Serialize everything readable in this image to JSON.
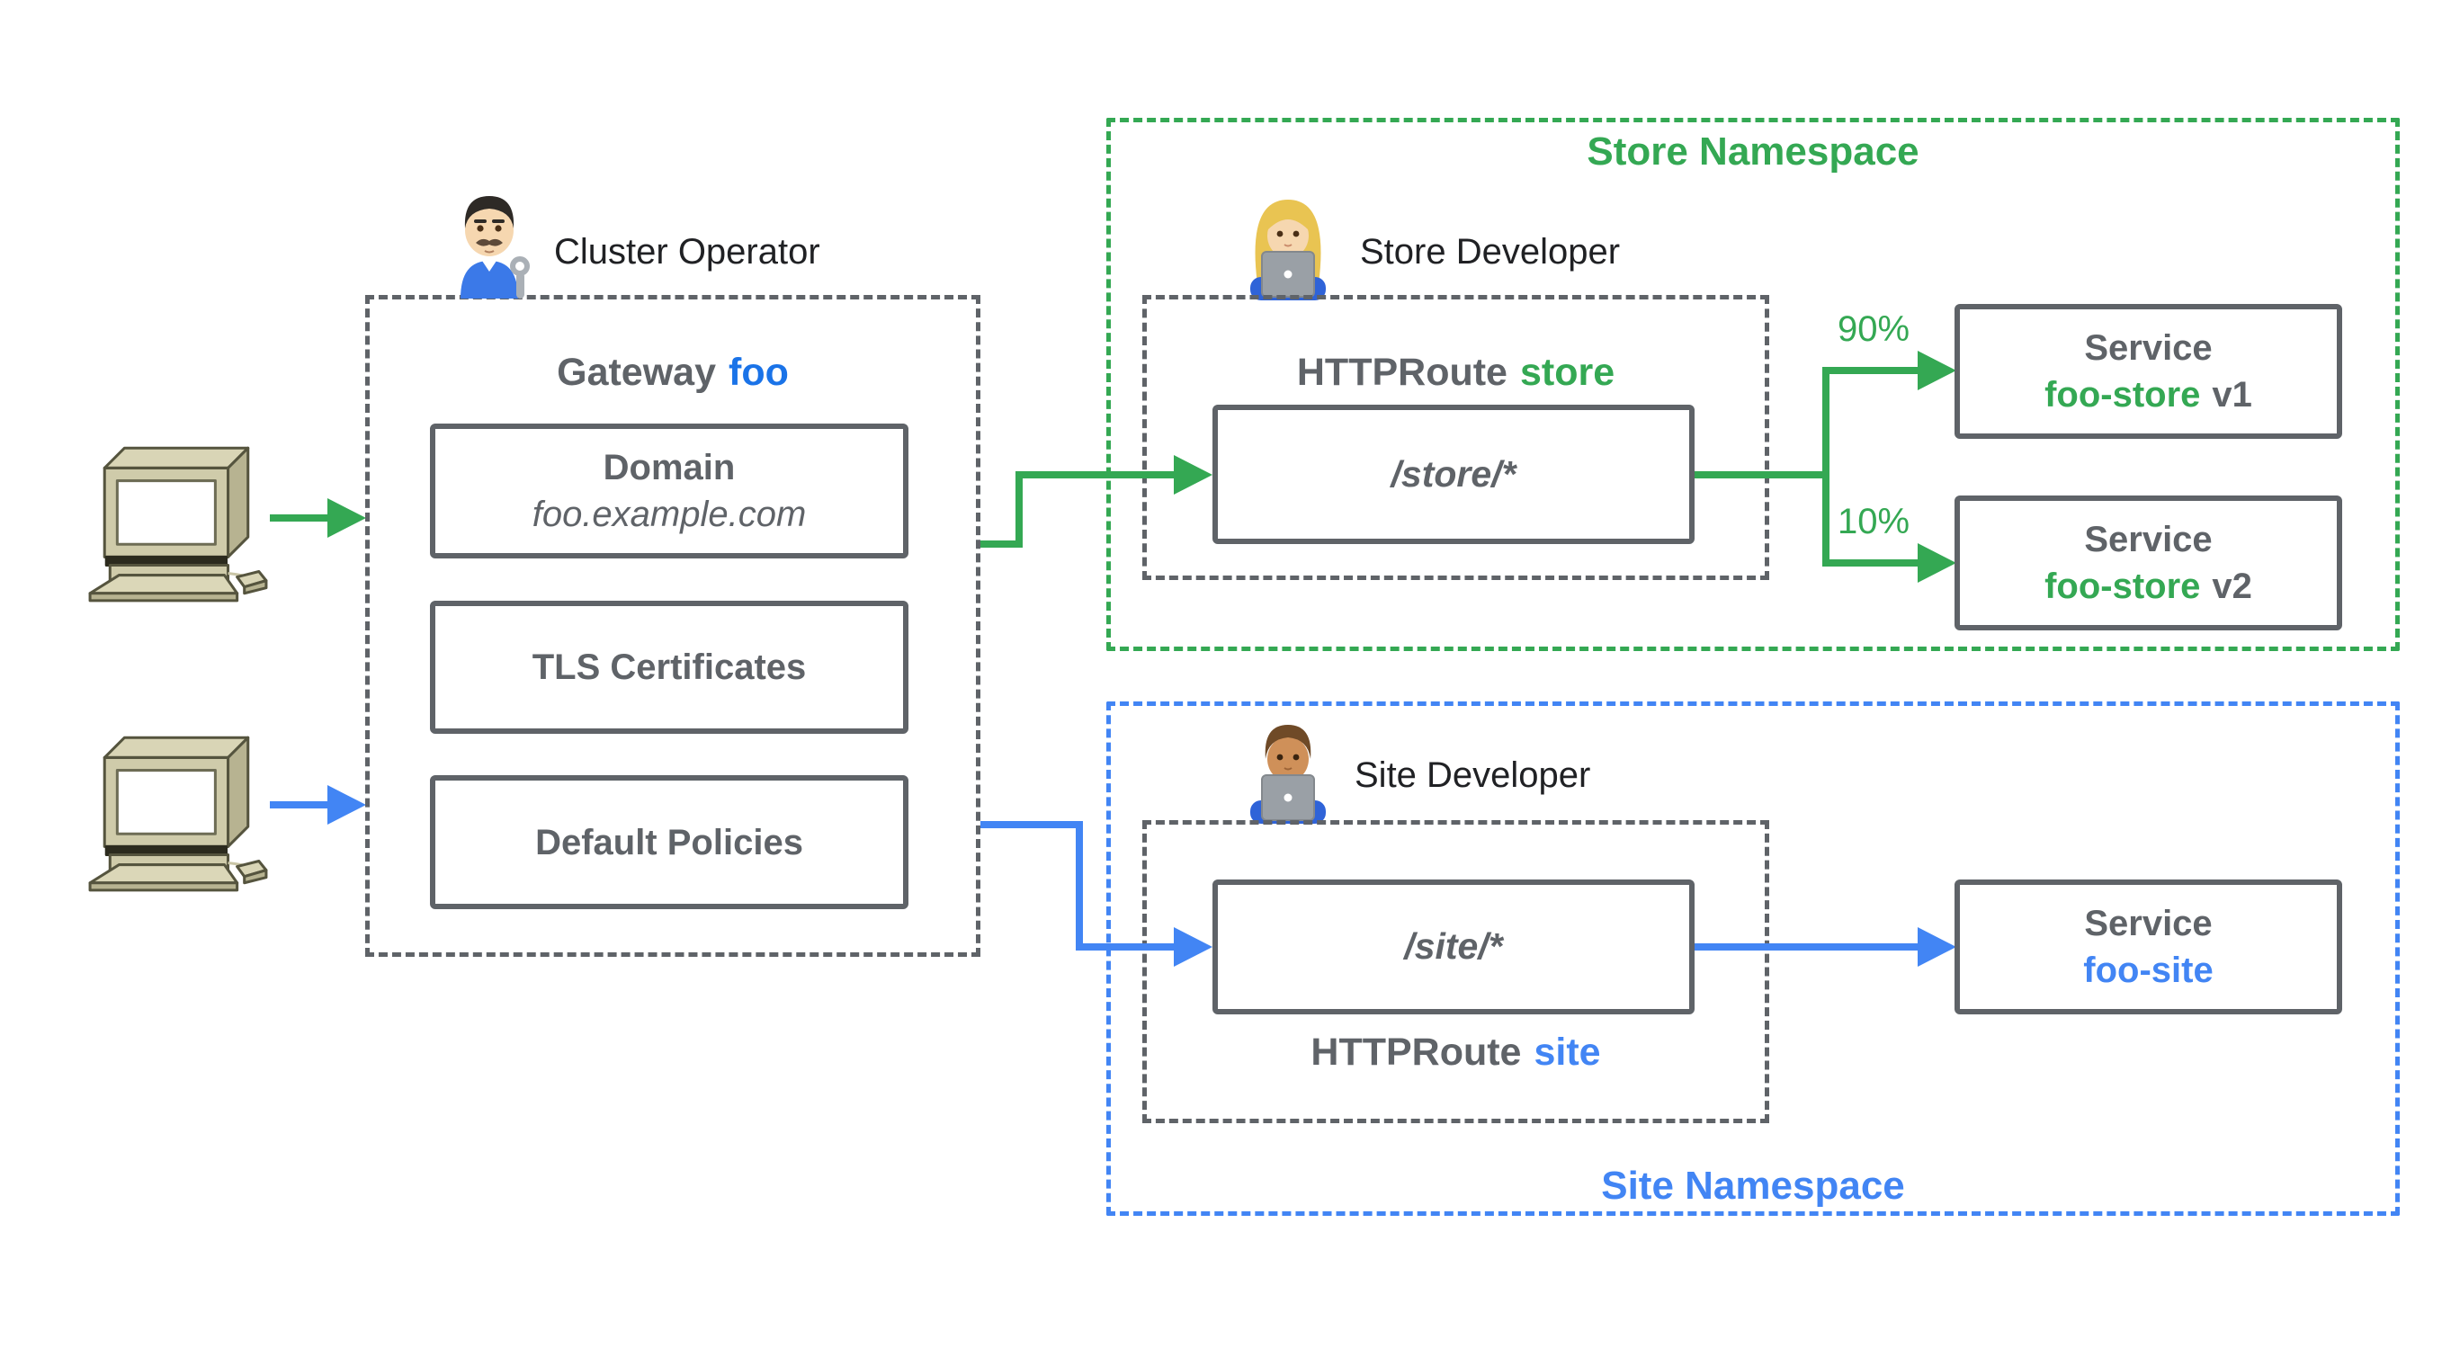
{
  "colors": {
    "green": "#34a853",
    "blue": "#4285f4",
    "dark_blue": "#1a73e8",
    "gray": "#5f6368",
    "black": "#202124"
  },
  "clients": {
    "top": {
      "icon": "desktop-computer",
      "arrow_color": "#34a853"
    },
    "bottom": {
      "icon": "desktop-computer",
      "arrow_color": "#4285f4"
    }
  },
  "gateway": {
    "actor_label": "Cluster Operator",
    "actor_icon": "man-mechanic-emoji",
    "title_prefix": "Gateway",
    "title_name": "foo",
    "domain": {
      "title": "Domain",
      "value": "foo.example.com"
    },
    "tls_label": "TLS Certificates",
    "policies_label": "Default Policies"
  },
  "store_namespace": {
    "title": "Store Namespace",
    "actor_label": "Store Developer",
    "actor_icon": "woman-technologist-emoji",
    "route_prefix": "HTTPRoute",
    "route_name": "store",
    "route_path": "/store/*",
    "weights": {
      "v1": "90%",
      "v2": "10%"
    },
    "service_v1": {
      "title": "Service",
      "name": "foo-store",
      "version": "v1"
    },
    "service_v2": {
      "title": "Service",
      "name": "foo-store",
      "version": "v2"
    }
  },
  "site_namespace": {
    "title": "Site Namespace",
    "actor_label": "Site Developer",
    "actor_icon": "man-technologist-emoji",
    "route_prefix": "HTTPRoute",
    "route_name": "site",
    "route_path": "/site/*",
    "service": {
      "title": "Service",
      "name": "foo-site"
    }
  }
}
